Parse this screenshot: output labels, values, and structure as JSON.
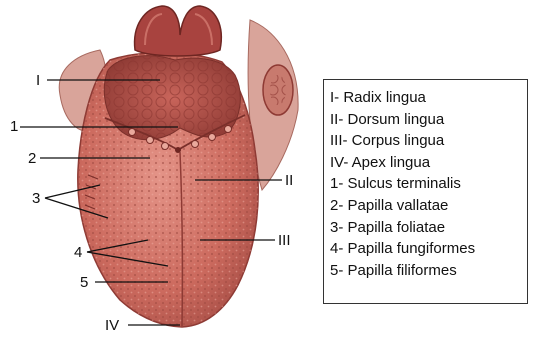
{
  "markers": {
    "I": "I",
    "one": "1",
    "two": "2",
    "three": "3",
    "four": "4",
    "five": "5",
    "II": "II",
    "III": "III",
    "IV": "IV"
  },
  "legend": [
    "I- Radix lingua",
    "II- Dorsum lingua",
    "III- Corpus lingua",
    "IV- Apex lingua",
    "1- Sulcus terminalis",
    "2- Papilla vallatae",
    "3- Papilla foliatae",
    "4- Papilla fungiformes",
    "5- Papilla filiformes"
  ],
  "colors": {
    "tongue": "#c8655a",
    "tongue_dark": "#8e3a34",
    "tongue_light": "#dc8a7c",
    "epiglottis": "#a8433f",
    "fold": "#d9a49a",
    "leader": "#111111"
  }
}
